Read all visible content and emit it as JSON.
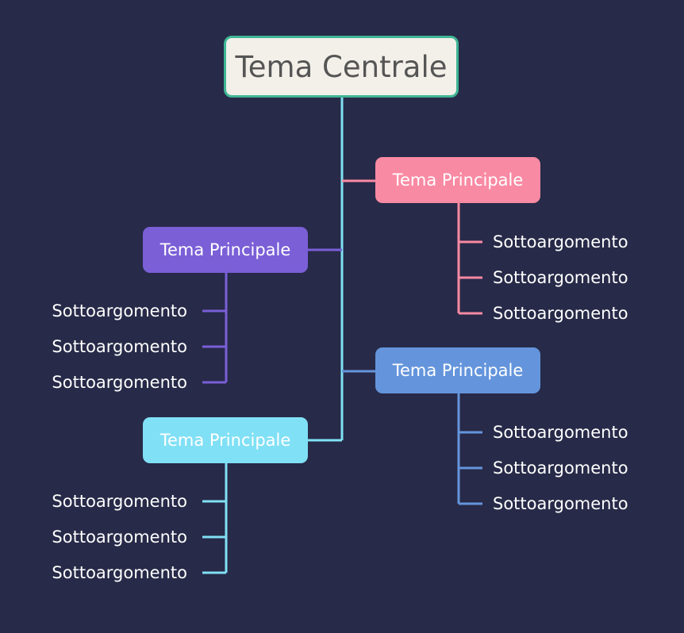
{
  "central_topic": {
    "label": "Tema Centrale",
    "fill": "#f3f0e9",
    "border": "#3fb594",
    "text_color": "#555555"
  },
  "main_topics": [
    {
      "label": "Tema Principale",
      "color": "#f98aa3",
      "subtopics": [
        "Sottoargomento",
        "Sottoargomento",
        "Sottoargomento"
      ]
    },
    {
      "label": "Tema Principale",
      "color": "#7a5fd7",
      "subtopics": [
        "Sottoargomento",
        "Sottoargomento",
        "Sottoargomento"
      ]
    },
    {
      "label": "Tema Principale",
      "color": "#6495dc",
      "subtopics": [
        "Sottoargomento",
        "Sottoargomento",
        "Sottoargomento"
      ]
    },
    {
      "label": "Tema Principale",
      "color": "#80e0f5",
      "subtopics": [
        "Sottoargomento",
        "Sottoargomento",
        "Sottoargomento"
      ]
    }
  ],
  "trunk_color": "#80e0f5",
  "background_color": "#272a48"
}
